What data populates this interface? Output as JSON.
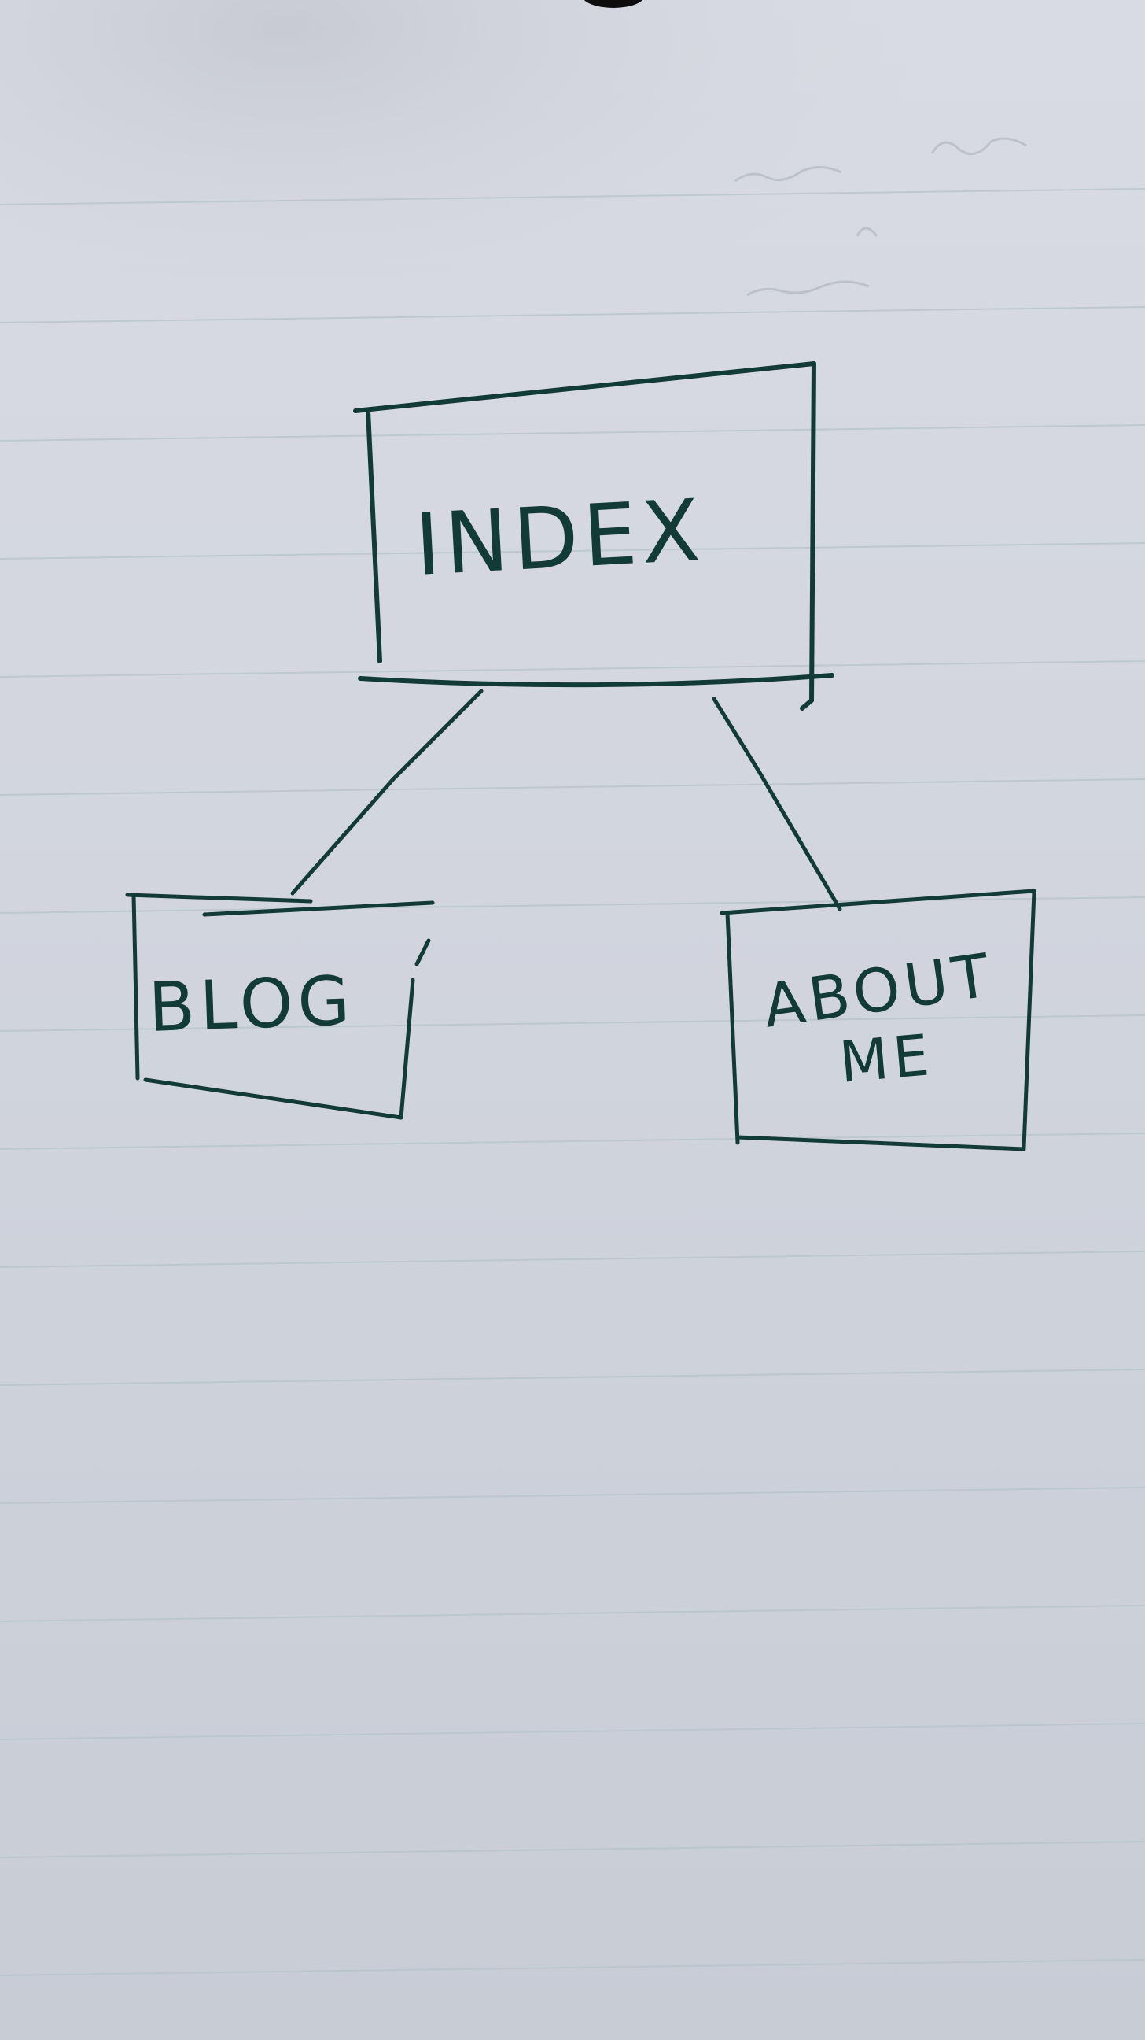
{
  "diagram": {
    "nodes": [
      {
        "id": "index",
        "label_lines": [
          "INDEX"
        ]
      },
      {
        "id": "blog",
        "label_lines": [
          "BLOG"
        ]
      },
      {
        "id": "about",
        "label_lines": [
          "ABOUT",
          "ME"
        ]
      }
    ],
    "edges": [
      {
        "from": "index",
        "to": "blog"
      },
      {
        "from": "index",
        "to": "about"
      }
    ]
  },
  "colors": {
    "ink": "#123a37",
    "paper": "#d6d9e2",
    "rule_line": "#b7c3cc"
  }
}
